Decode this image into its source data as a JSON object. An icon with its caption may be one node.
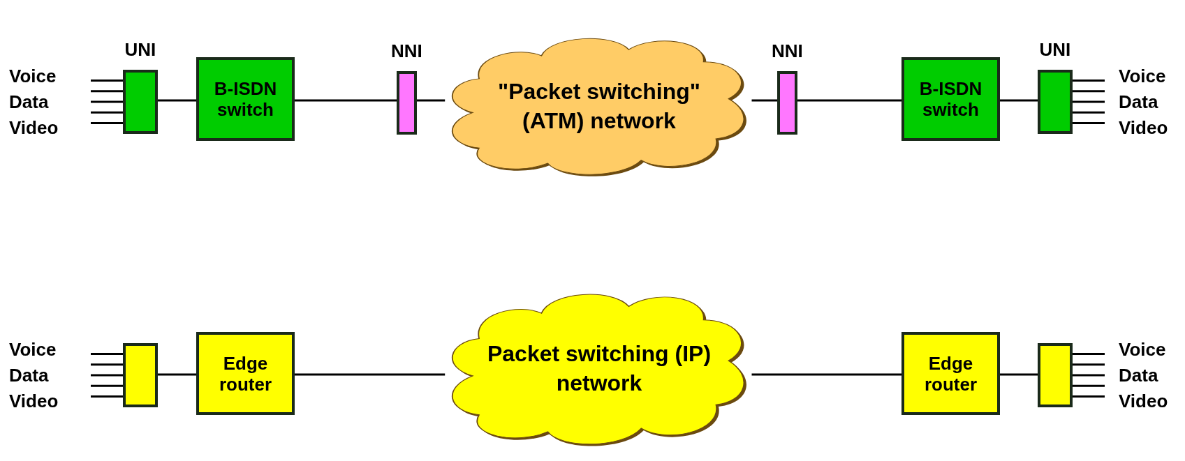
{
  "diagram": {
    "nodes": [
      {
        "text": [],
        "shape": "box",
        "beside": [
          "UNI"
        ]
      },
      {
        "text": [
          "B-ISDN switch"
        ]
      },
      {
        "text": [],
        "shape": "bar",
        "beside": [
          "NNI"
        ]
      },
      {
        "text": [
          "\"Packet switching\" (ATM) network"
        ]
      },
      {
        "text": [],
        "shape": "bar",
        "beside": [
          "NNI"
        ]
      },
      {
        "text": [
          "B-ISDN switch"
        ]
      },
      {
        "text": [],
        "shape": "box",
        "beside": [
          "UNI"
        ]
      },
      {
        "text": [],
        "shape": "box"
      },
      {
        "text": [
          "Edge router"
        ]
      },
      {
        "text": [
          "Packet switching (IP) network"
        ]
      },
      {
        "text": [
          "Edge router"
        ]
      },
      {
        "text": [],
        "shape": "box"
      }
    ],
    "edges": [
      {
        "from": 0,
        "to": 1,
        "arrow": "none"
      },
      {
        "from": 1,
        "to": 2,
        "arrow": "none"
      },
      {
        "from": 2,
        "to": 3,
        "arrow": "none"
      },
      {
        "from": 3,
        "to": 4,
        "arrow": "none"
      },
      {
        "from": 4,
        "to": 5,
        "arrow": "none"
      },
      {
        "from": 5,
        "to": 6,
        "arrow": "none"
      },
      {
        "from": 7,
        "to": 8,
        "arrow": "none"
      },
      {
        "from": 8,
        "to": 9,
        "arrow": "none"
      },
      {
        "from": 9,
        "to": 10,
        "arrow": "none"
      },
      {
        "from": 10,
        "to": 11,
        "arrow": "none"
      },
      {
        "from": null,
        "to": 0,
        "arrow": "none"
      },
      {
        "from": null,
        "to": 0,
        "arrow": "none"
      },
      {
        "from": null,
        "to": 0,
        "arrow": "none"
      },
      {
        "from": null,
        "to": 0,
        "arrow": "none"
      },
      {
        "from": null,
        "to": 0,
        "arrow": "none"
      },
      {
        "from": null,
        "to": 6,
        "arrow": "none"
      },
      {
        "from": null,
        "to": 6,
        "arrow": "none"
      },
      {
        "from": null,
        "to": 6,
        "arrow": "none"
      },
      {
        "from": null,
        "to": 6,
        "arrow": "none"
      },
      {
        "from": null,
        "to": 6,
        "arrow": "none"
      },
      {
        "from": null,
        "to": 7,
        "arrow": "none"
      },
      {
        "from": null,
        "to": 7,
        "arrow": "none"
      },
      {
        "from": null,
        "to": 7,
        "arrow": "none"
      },
      {
        "from": null,
        "to": 7,
        "arrow": "none"
      },
      {
        "from": null,
        "to": 7,
        "arrow": "none"
      },
      {
        "from": null,
        "to": 11,
        "arrow": "none"
      },
      {
        "from": null,
        "to": 11,
        "arrow": "none"
      },
      {
        "from": null,
        "to": 11,
        "arrow": "none"
      },
      {
        "from": null,
        "to": 11,
        "arrow": "none"
      },
      {
        "from": null,
        "to": 11,
        "arrow": "none"
      }
    ],
    "labels": [
      "Voice",
      "Data",
      "Video",
      "Voice",
      "Data",
      "Video",
      "Voice",
      "Data",
      "Video",
      "Voice",
      "Data",
      "Video"
    ]
  }
}
